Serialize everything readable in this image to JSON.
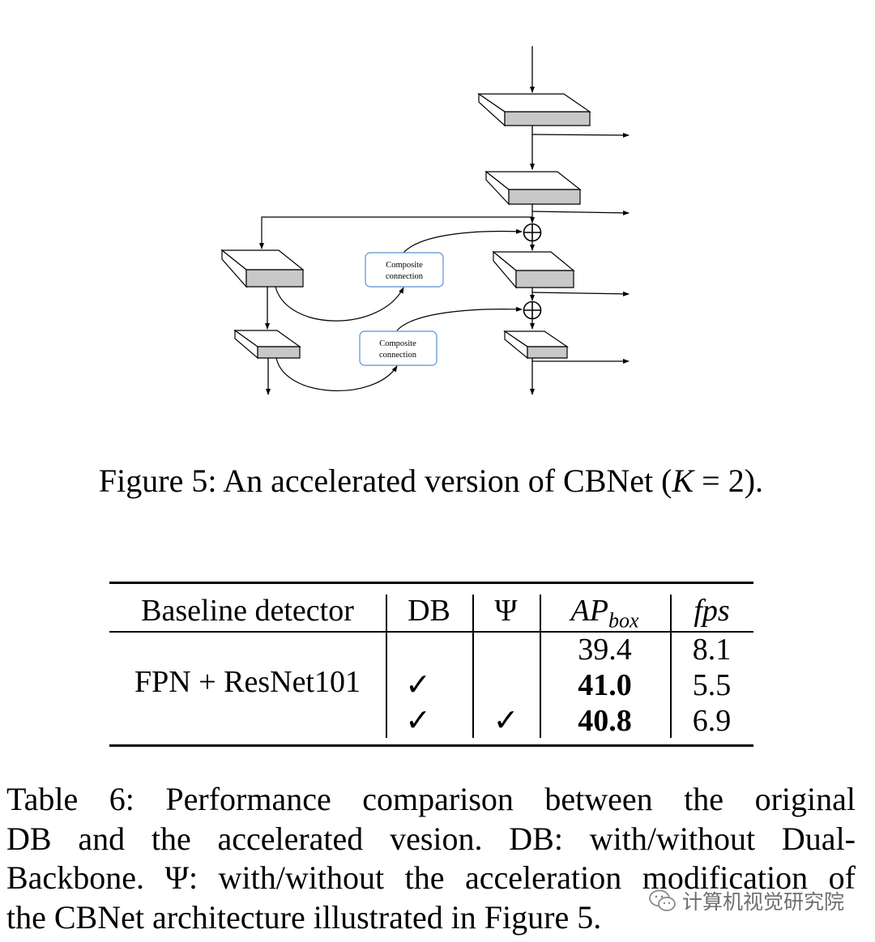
{
  "figure": {
    "composite_label_line1": "Composite",
    "composite_label_line2": "connection",
    "plus_symbol": "⊕"
  },
  "figure_caption": {
    "prefix": "Figure 5: An accelerated version of CBNet (",
    "math_var": "K",
    "math_rest": " = 2).",
    "suffix": ""
  },
  "table": {
    "headers": {
      "baseline": "Baseline detector",
      "db": "DB",
      "psi": "Ψ",
      "ap_main": "AP",
      "ap_sub": "box",
      "fps": "fps"
    },
    "baseline_value": "FPN + ResNet101",
    "check_symbol": "✓",
    "rows": [
      {
        "db": false,
        "psi": false,
        "ap": "39.4",
        "ap_bold": false,
        "fps": "8.1"
      },
      {
        "db": true,
        "psi": false,
        "ap": "41.0",
        "ap_bold": true,
        "fps": "5.5"
      },
      {
        "db": true,
        "psi": true,
        "ap": "40.8",
        "ap_bold": true,
        "fps": "6.9"
      }
    ]
  },
  "table_caption": {
    "lines": [
      "Table 6: Performance comparison between the original",
      "DB and the accelerated vesion. DB: with/without Dual-",
      "Backbone. Ψ: with/without the acceleration modification of",
      "the CBNet architecture illustrated in Figure 5."
    ]
  },
  "watermark": {
    "text": "计算机视觉研究院",
    "icon": "wechat-icon",
    "color": "#6e6e6e"
  }
}
